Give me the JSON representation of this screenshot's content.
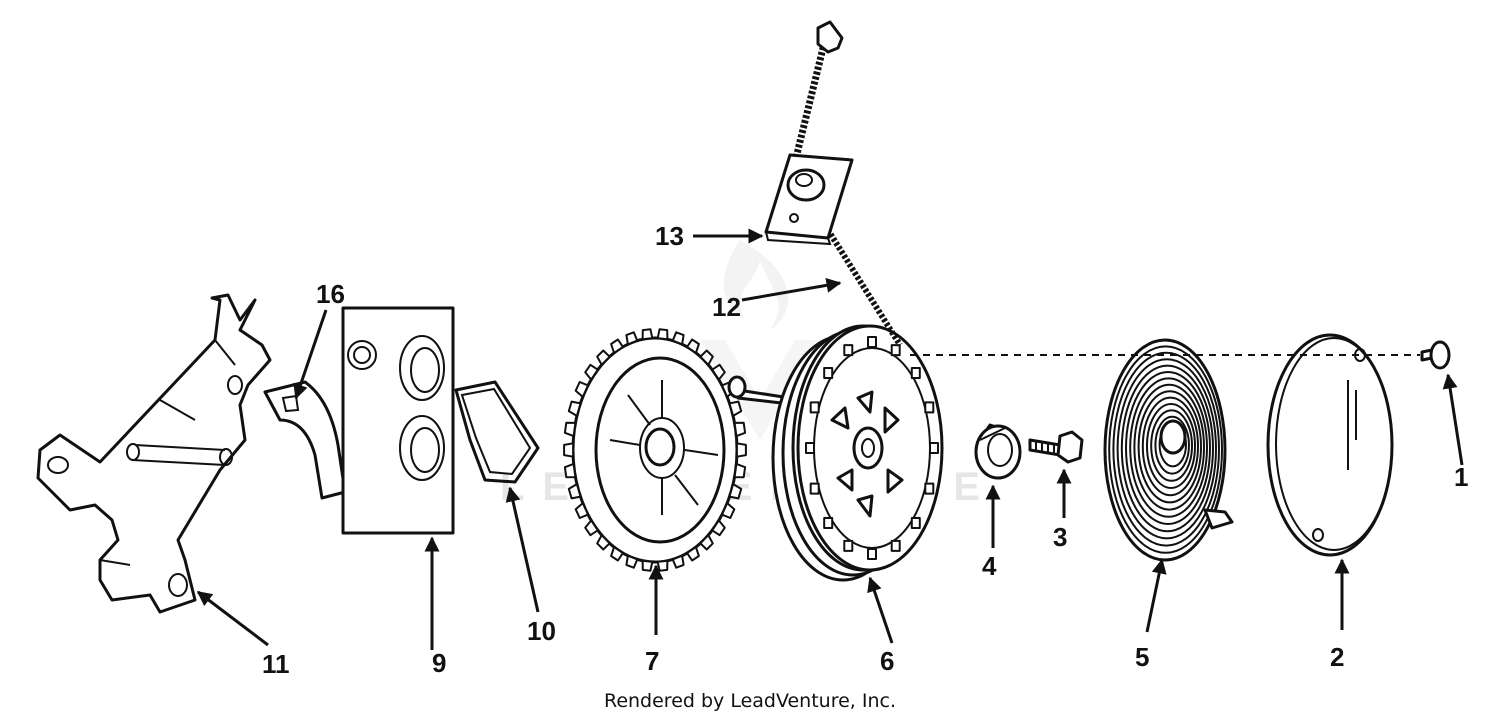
{
  "diagram": {
    "watermark": "LEADVENTURE",
    "footer": "Rendered by LeadVenture, Inc.",
    "labels": [
      {
        "id": "1",
        "text": "1"
      },
      {
        "id": "2",
        "text": "2"
      },
      {
        "id": "3",
        "text": "3"
      },
      {
        "id": "4",
        "text": "4"
      },
      {
        "id": "5",
        "text": "5"
      },
      {
        "id": "6",
        "text": "6"
      },
      {
        "id": "7",
        "text": "7"
      },
      {
        "id": "9",
        "text": "9"
      },
      {
        "id": "10",
        "text": "10"
      },
      {
        "id": "11",
        "text": "11"
      },
      {
        "id": "12",
        "text": "12"
      },
      {
        "id": "13",
        "text": "13"
      },
      {
        "id": "16",
        "text": "16"
      }
    ]
  }
}
